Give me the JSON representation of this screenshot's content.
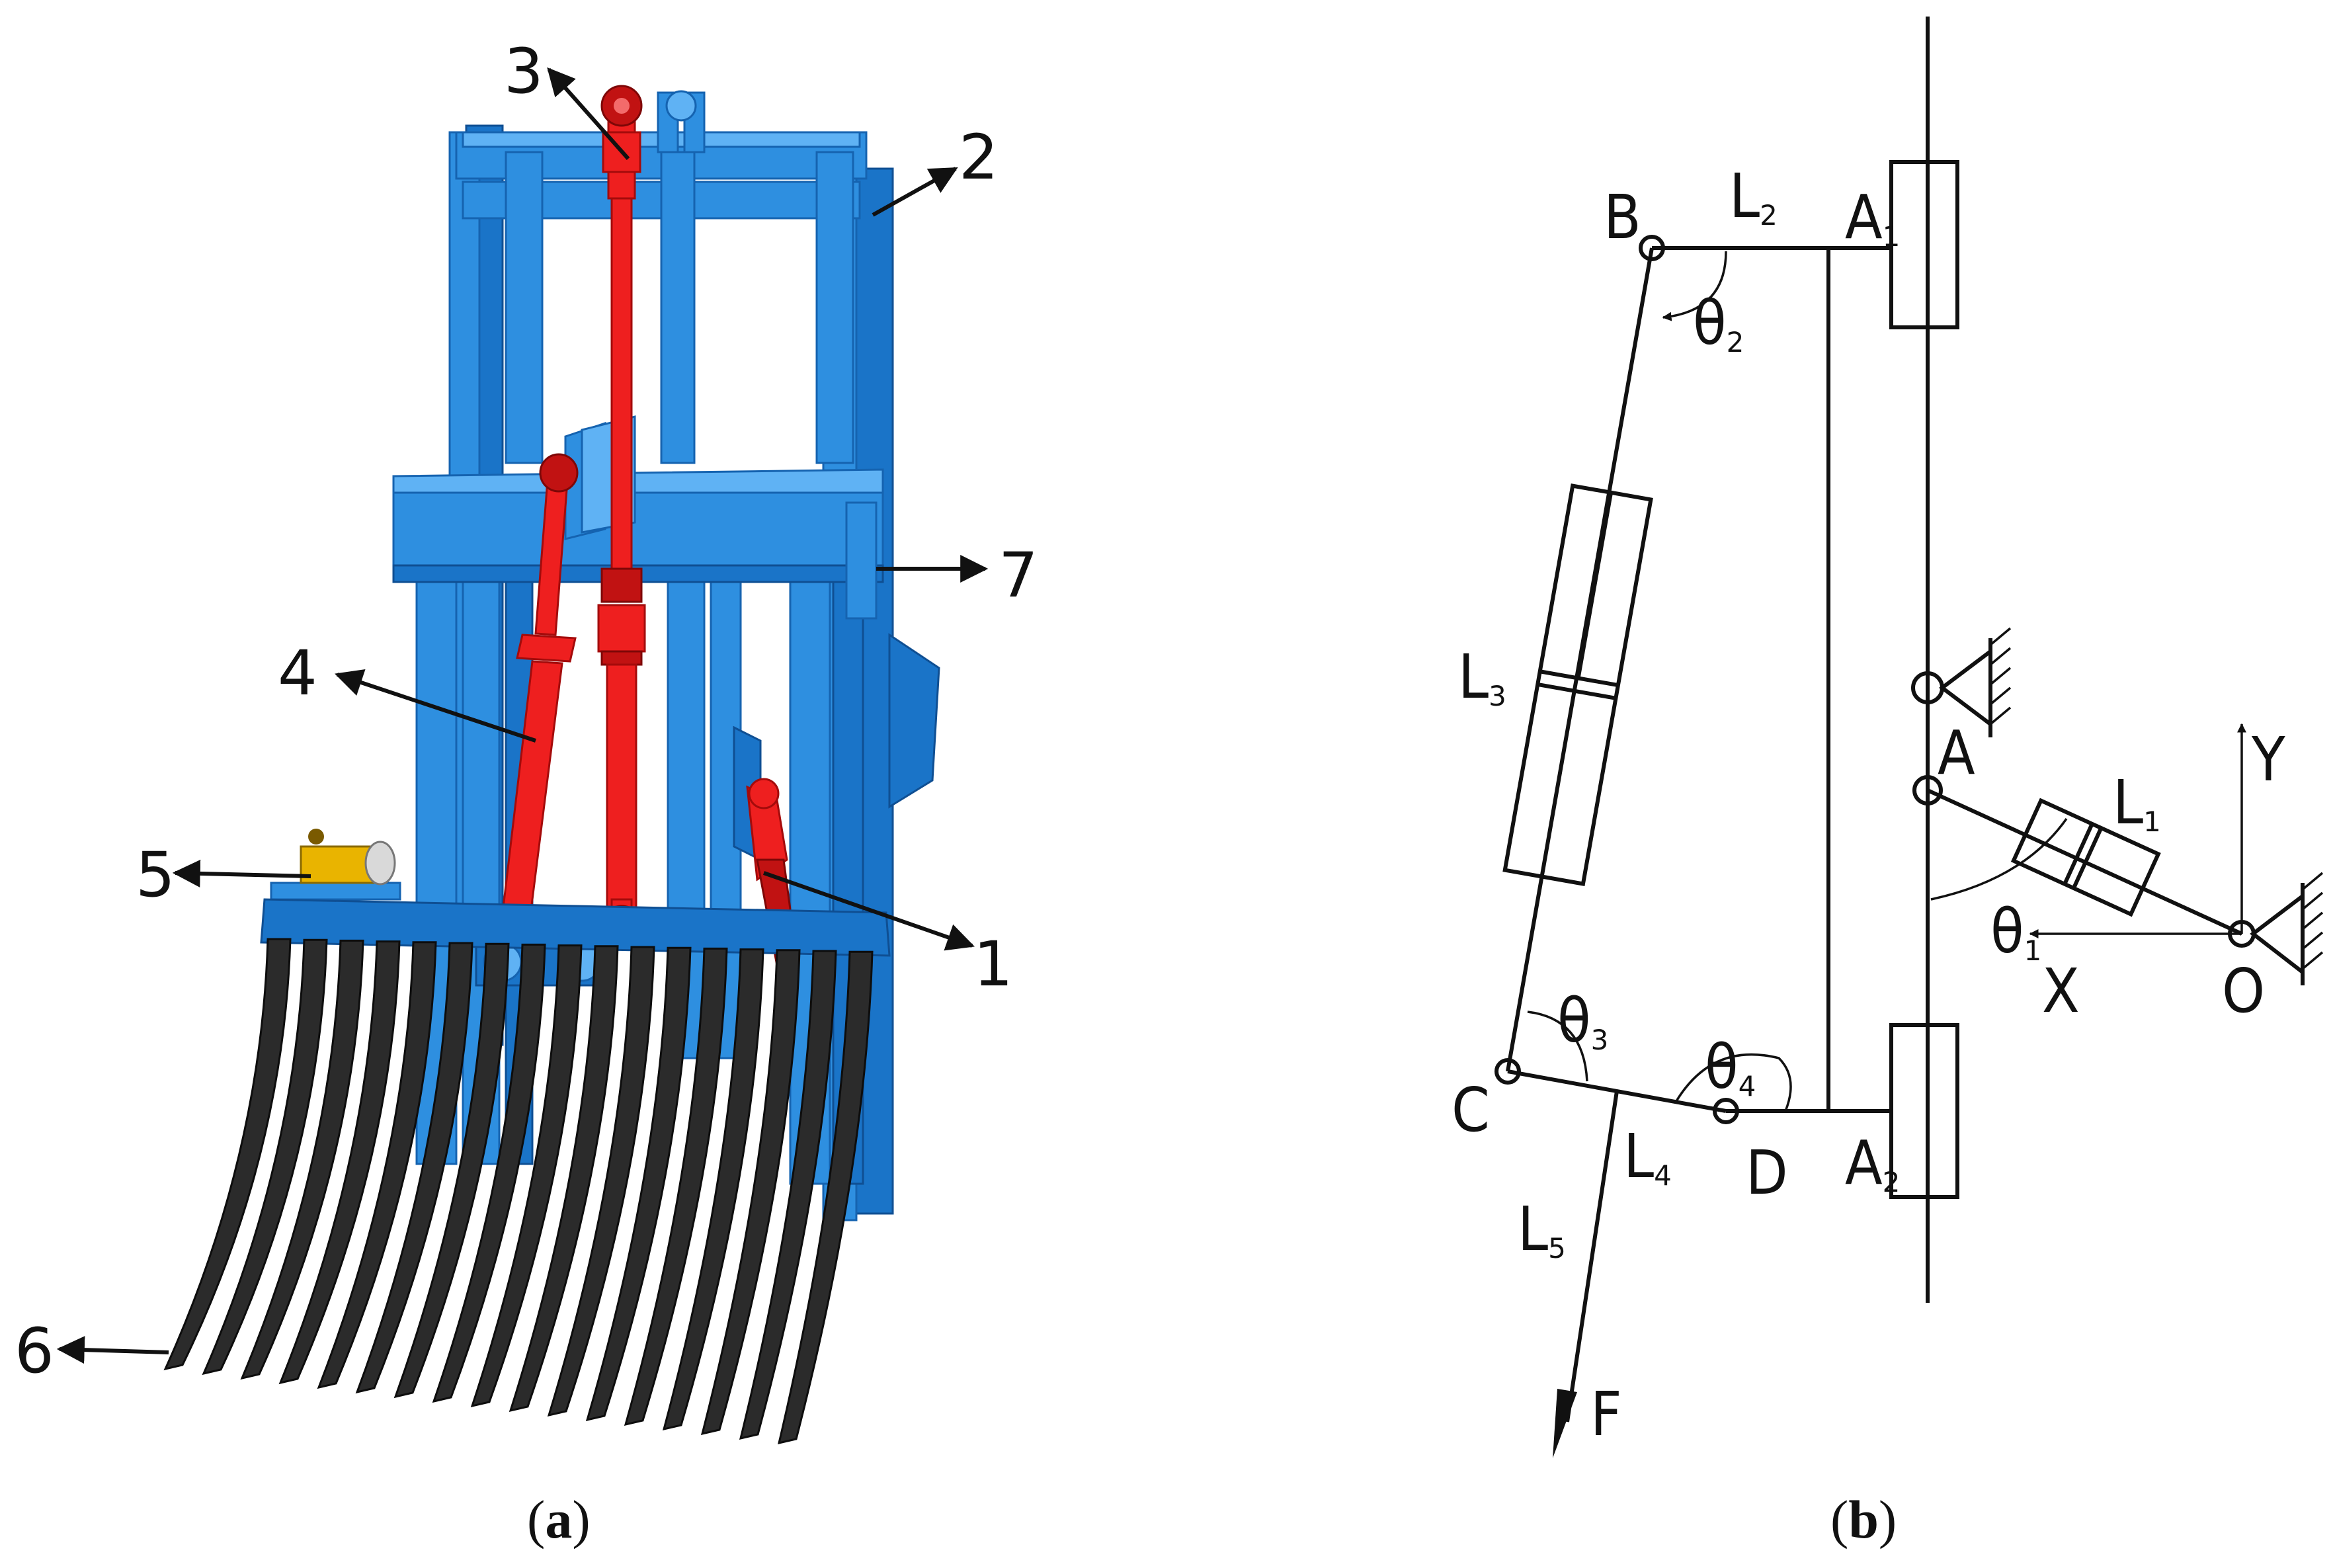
{
  "figure": {
    "panel_a": {
      "caption_letter": "a",
      "callouts": [
        "1",
        "2",
        "3",
        "4",
        "5",
        "6",
        "7"
      ]
    },
    "panel_b": {
      "caption_letter": "b",
      "points": {
        "B": "B",
        "A1": "A",
        "A1_sub": "1",
        "A": "A",
        "C": "C",
        "D": "D",
        "A2": "A",
        "A2_sub": "2",
        "O": "O"
      },
      "links": {
        "L1": "L",
        "L1_sub": "1",
        "L2": "L",
        "L2_sub": "2",
        "L3": "L",
        "L3_sub": "3",
        "L4": "L",
        "L4_sub": "4",
        "L5": "L",
        "L5_sub": "5"
      },
      "angles": {
        "t1": "θ",
        "t1_sub": "1",
        "t2": "θ",
        "t2_sub": "2",
        "t3": "θ",
        "t3_sub": "3",
        "t4": "θ",
        "t4_sub": "4"
      },
      "axes": {
        "x": "X",
        "y": "Y"
      },
      "force": "F"
    }
  },
  "colors": {
    "frame_blue": "#2e8fe0",
    "cylinder_red": "#ee1f1f",
    "tine_black": "#2b2b2b"
  }
}
